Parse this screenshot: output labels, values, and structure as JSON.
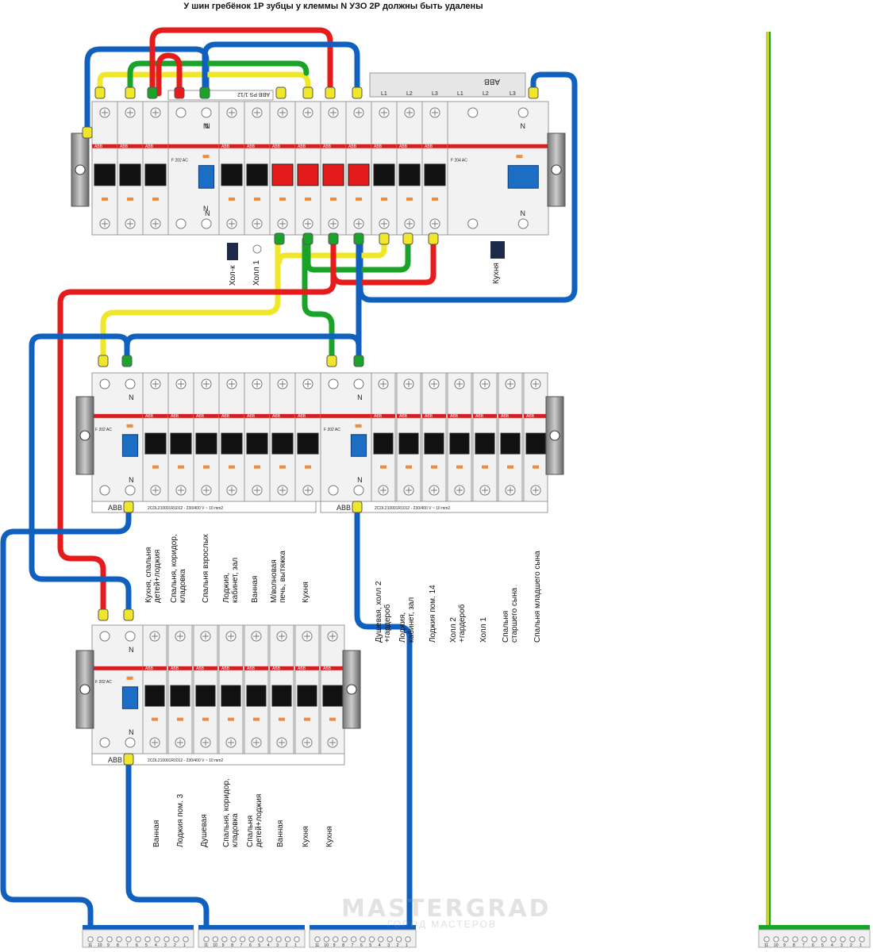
{
  "title": "У шин гребёнок 1Р зубцы у клеммы N УЗО 2Р должны быть удалены",
  "brand": "ABB",
  "neutral_mark": "N",
  "bus_mark": "ABB PS 1/12",
  "busbar_code": "2CDL210001R1012 - 230/400 V ~ 10 mm2",
  "phase_marks": [
    "L1",
    "L2",
    "L3",
    "L1",
    "L2",
    "L3"
  ],
  "rcd_model": "F 202 AC",
  "rcd4_model": "F 204 AC",
  "watermark": {
    "main": "MASTERGRAD",
    "sub": "ГОРОД МАСТЕРОВ"
  },
  "colors": {
    "blue": "#1060bf",
    "red": "#e61c1c",
    "yellow": "#f0e62a",
    "green": "#1aa329",
    "pe": "#c8d430"
  },
  "top_panel_labels": [
    "Хол-к",
    "Холл 1",
    "Кухня"
  ],
  "middle_left_labels": [
    "Кухня, спальня\nдетей+лоджия",
    "Спальня, коридор,\nкладовка",
    "Спальня взрослых",
    "Лоджия,\nкабинет, зал",
    "Ванная",
    "М/волновая\nпечь, вытяжка",
    "Кухня"
  ],
  "middle_right_labels": [
    "Душевая, холл 2\n+гардероб",
    "Лоджия,\nкабинет, зал",
    "Лоджия пом. 14",
    "Холл 2\n+гардероб",
    "Холл 1",
    "Спальня\nстаршего сына",
    "Спальня младшего сына"
  ],
  "bottom_labels": [
    "Ванная",
    "Лоджия пом. 3",
    "Душевая",
    "Спальня, коридор,\nкладовка",
    "Спальня\nдетей+лоджия",
    "Ванная",
    "Кухня",
    "Кухня"
  ],
  "terminal_numbers": [
    "11",
    "10",
    "9",
    "8",
    "7",
    "6",
    "5",
    "4",
    "3",
    "2",
    "1"
  ]
}
